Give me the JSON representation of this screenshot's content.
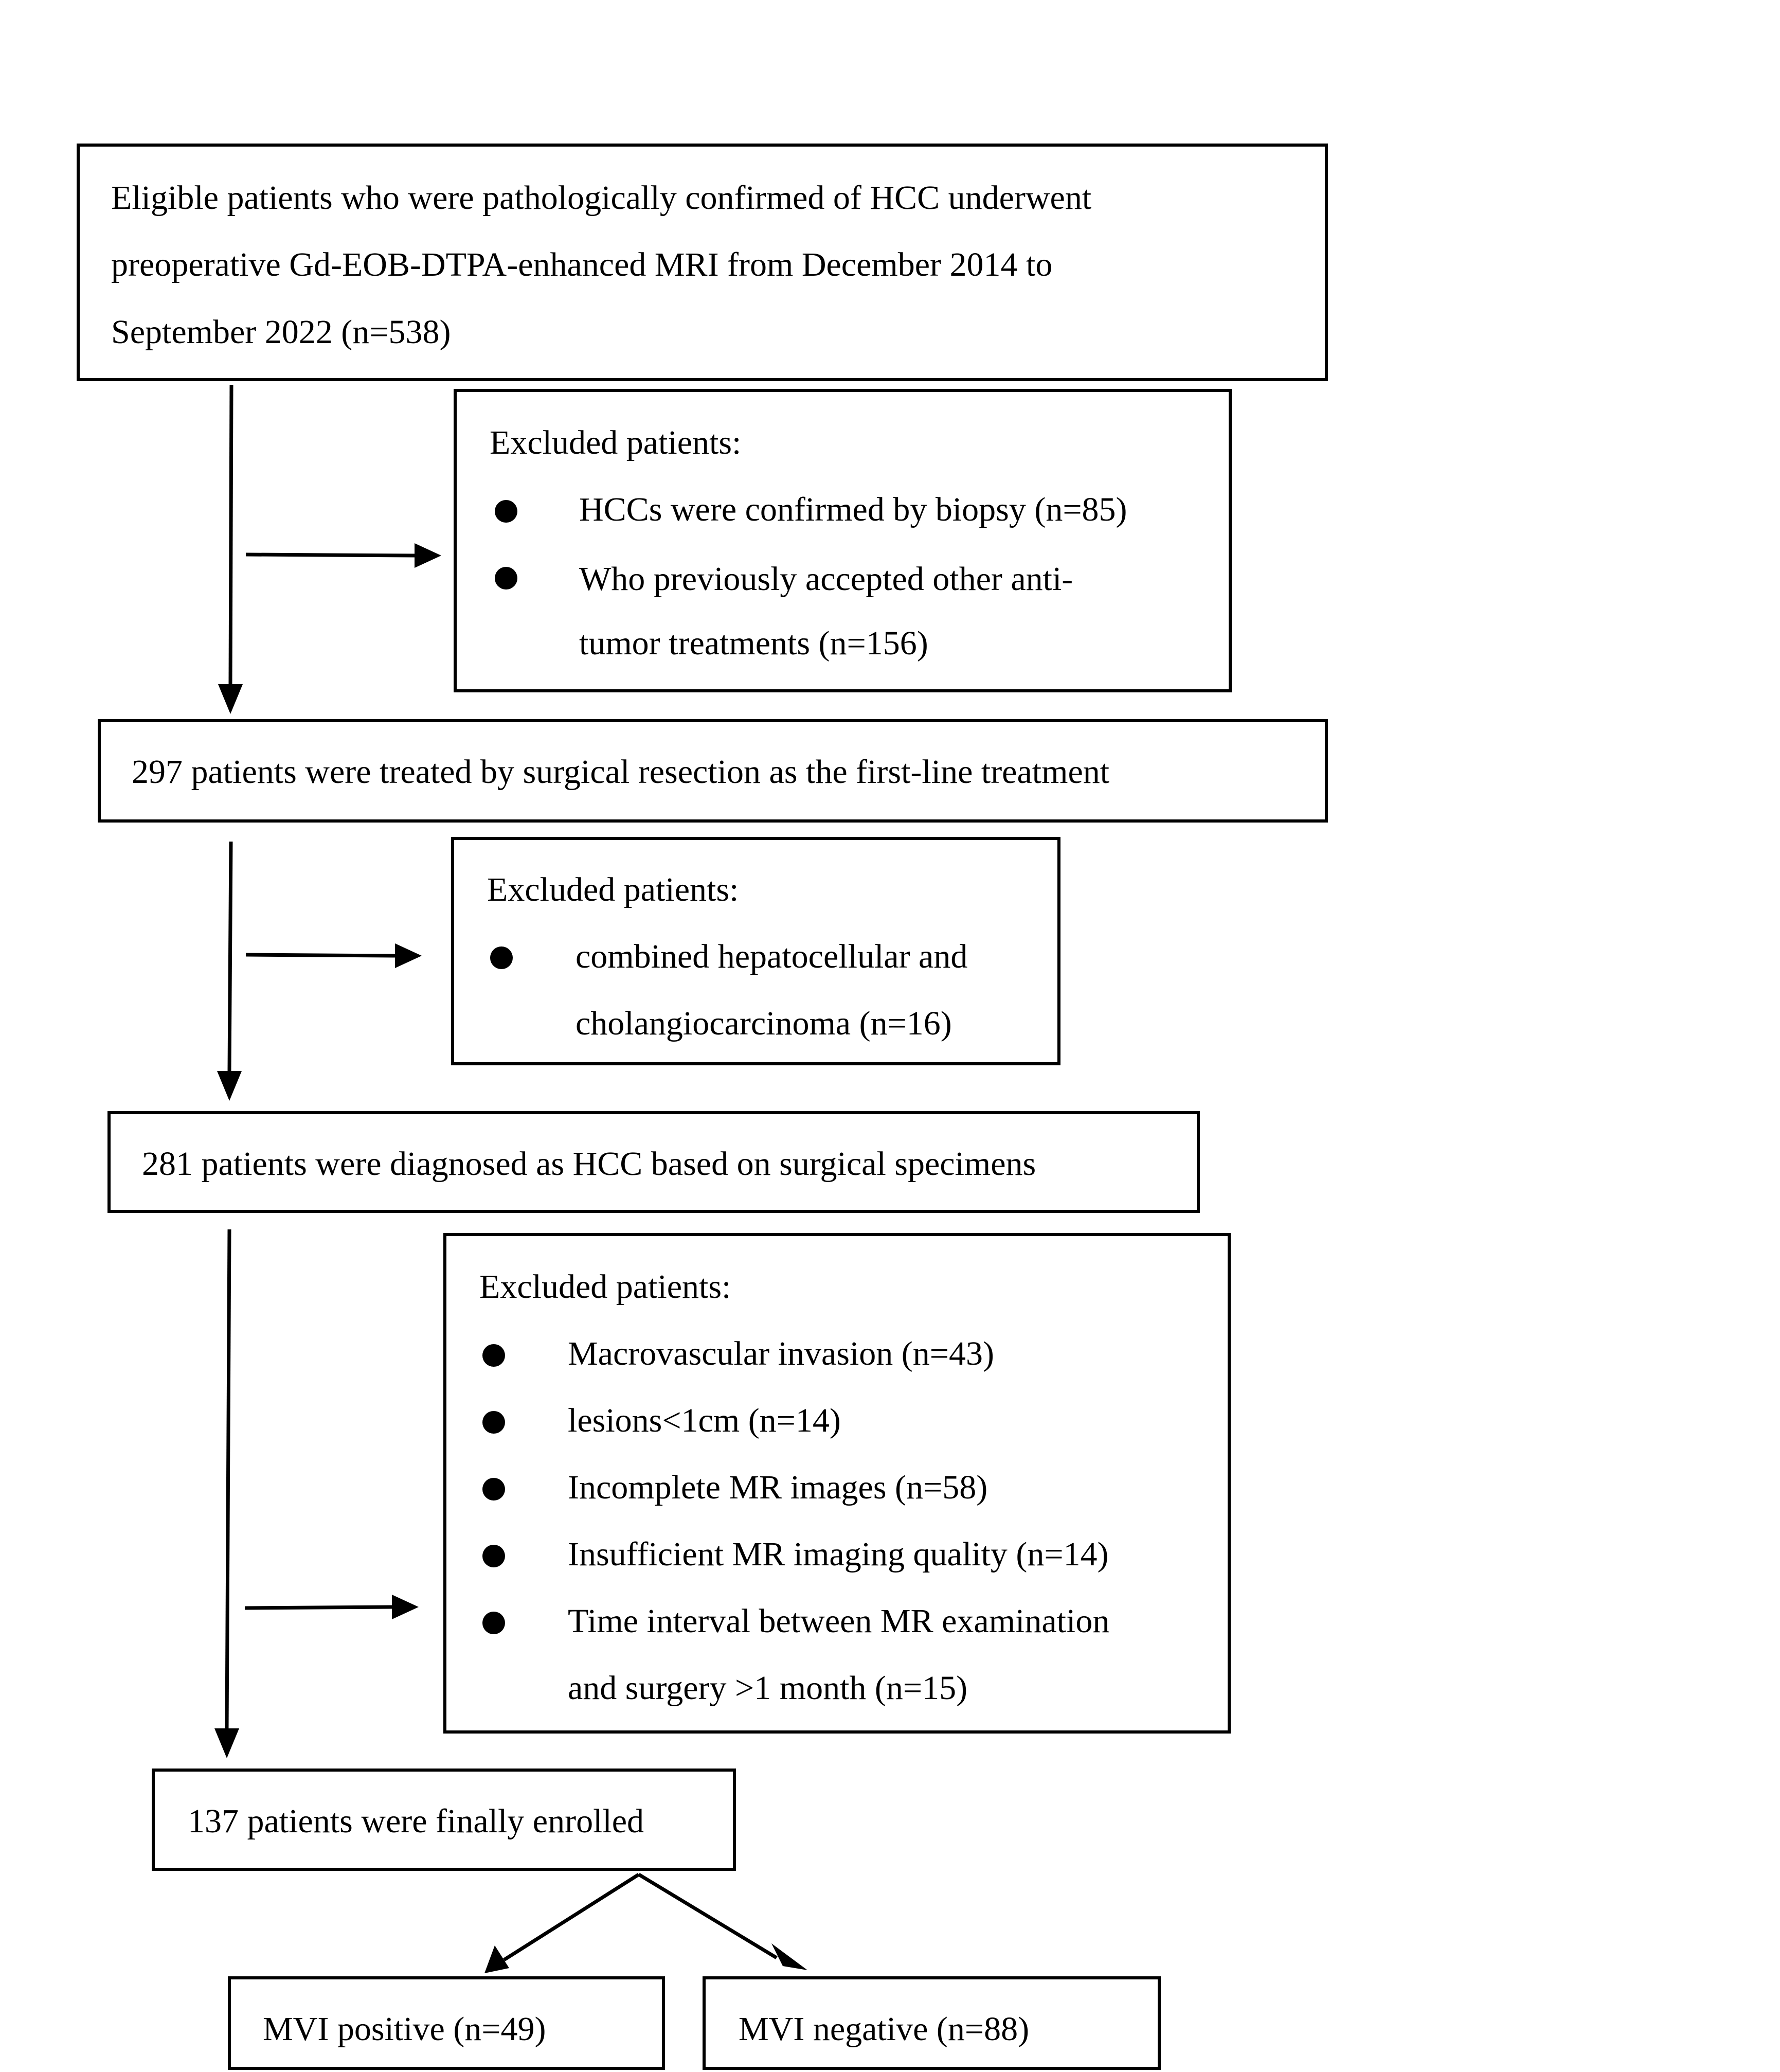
{
  "start": {
    "line1": "Eligible patients who were pathologically confirmed of HCC underwent",
    "line2": "preoperative Gd-EOB-DTPA-enhanced MRI from December 2014 to",
    "line3": "September 2022 (n=538)"
  },
  "exclusion1": {
    "heading": "Excluded patients:",
    "items": [
      "HCCs were confirmed by biopsy (n=85)",
      "Who previously accepted other anti-",
      "tumor treatments (n=156)"
    ]
  },
  "step2": {
    "text": "297 patients were treated by surgical resection as the first-line treatment"
  },
  "exclusion2": {
    "heading": "Excluded patients:",
    "items": [
      "combined hepatocellular and",
      "cholangiocarcinoma (n=16)"
    ]
  },
  "step3": {
    "text": "281 patients were diagnosed as HCC based on surgical specimens"
  },
  "exclusion3": {
    "heading": "Excluded patients:",
    "items": [
      "Macrovascular invasion (n=43)",
      "lesions<1cm (n=14)",
      "Incomplete MR images (n=58)",
      "Insufficient MR imaging quality (n=14)",
      "Time interval between MR examination",
      "and surgery >1 month (n=15)"
    ]
  },
  "enrolled": {
    "text": "137 patients were finally enrolled"
  },
  "outcomes": {
    "positive": "MVI positive (n=49)",
    "negative": "MVI negative (n=88)"
  }
}
